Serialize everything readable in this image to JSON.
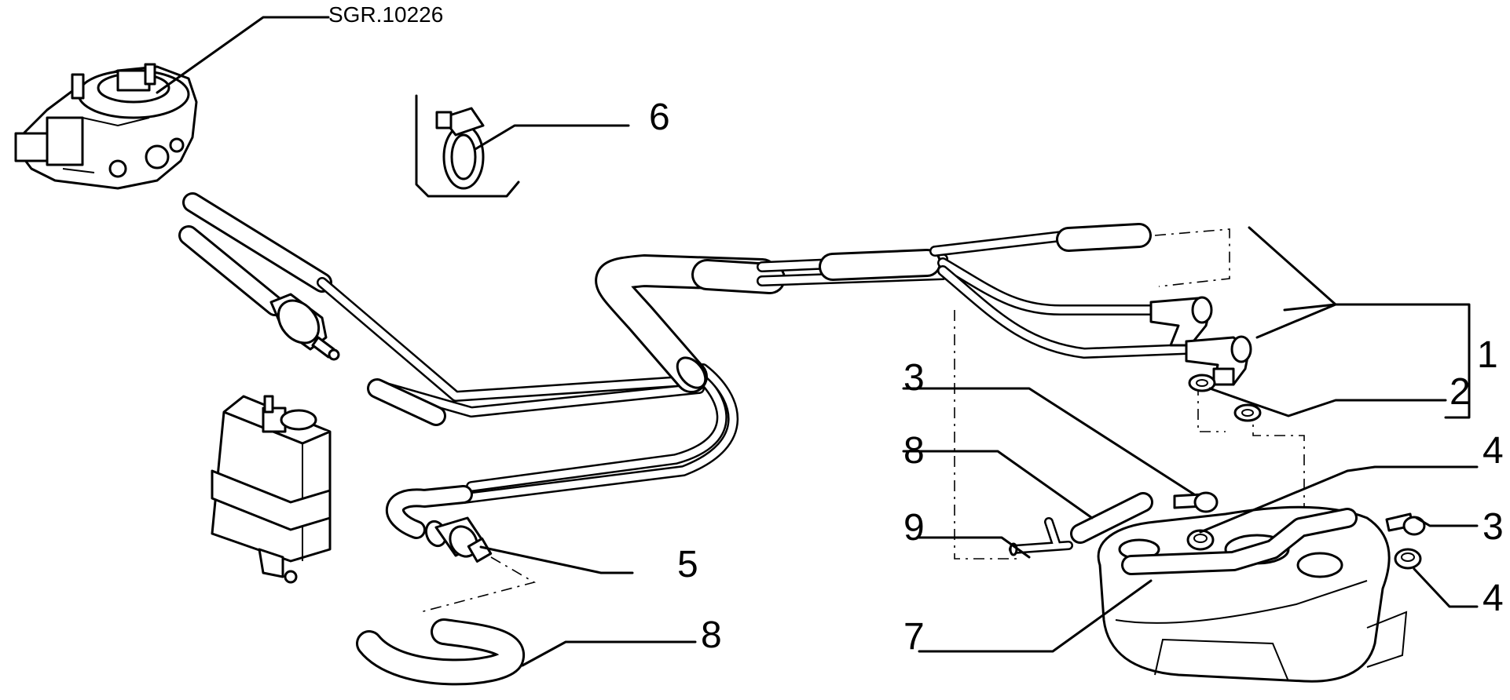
{
  "diagram": {
    "reference_label": "SGR.10226",
    "callouts": [
      {
        "id": "c1",
        "text": "1"
      },
      {
        "id": "c2",
        "text": "2"
      },
      {
        "id": "c3a",
        "text": "3"
      },
      {
        "id": "c3b",
        "text": "3"
      },
      {
        "id": "c4a",
        "text": "4"
      },
      {
        "id": "c4b",
        "text": "4"
      },
      {
        "id": "c5",
        "text": "5"
      },
      {
        "id": "c6",
        "text": "6"
      },
      {
        "id": "c7",
        "text": "7"
      },
      {
        "id": "c8a",
        "text": "8"
      },
      {
        "id": "c8b",
        "text": "8"
      },
      {
        "id": "c9",
        "text": "9"
      }
    ]
  }
}
